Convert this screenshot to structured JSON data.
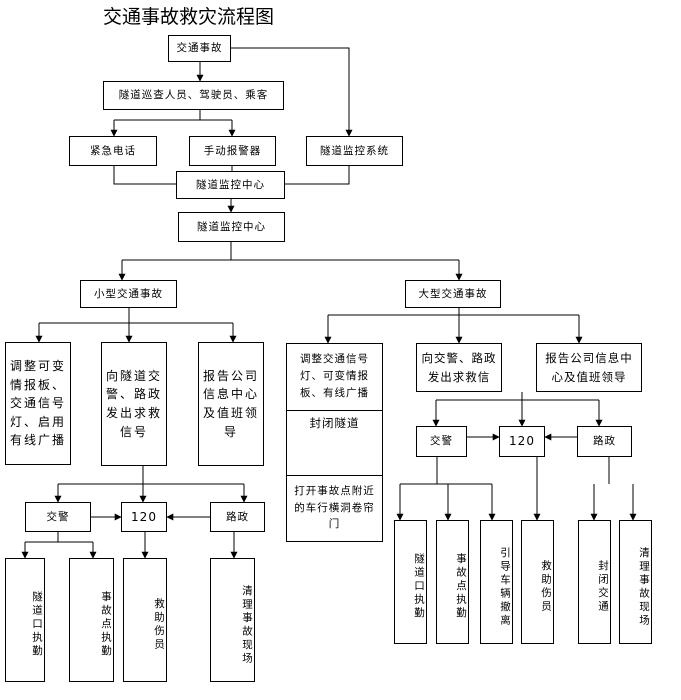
{
  "title": "交通事故救灾流程图",
  "nodes": {
    "accident": "交通事故",
    "reporters": "隧道巡查人员、驾驶员、乘客",
    "emergency_phone": "紧急电话",
    "manual_alarm": "手动报警器",
    "tunnel_monitor_system": "隧道监控系统",
    "monitor_center_1": "隧道监控中心",
    "monitor_center_2": "隧道监控中心",
    "small_accident": "小型交通事故",
    "large_accident": "大型交通事故",
    "small_adjust": "调整可变情报板、交通信号灯、启用有线广播",
    "small_request": "向隧道交警、路政发出求救信号",
    "small_report": "报告公司信息中心及值班领导",
    "large_adjust": "调整交通信号灯、可变情报板、有线广播",
    "large_close": "封闭隧道",
    "large_open_gate": "打开事故点附近的车行横洞卷帘门",
    "large_request": "向交警、路政发出求救信",
    "large_report": "报告公司信息中心及值班领导",
    "small_police": "交警",
    "small_120": "120",
    "small_road": "路政",
    "large_police": "交警",
    "large_120": "120",
    "large_road": "路政",
    "s_tunnel_entry": "隧道口执勤",
    "s_accident_point": "事故点执勤",
    "s_rescue": "救助伤员",
    "s_clear": "清理事故现场",
    "l_tunnel_entry": "隧道口执勤",
    "l_accident_point": "事故点执勤",
    "l_guide": "引导车辆撤离",
    "l_rescue": "救助伤员",
    "l_close_traffic": "封闭交通",
    "l_clear": "清理事故现场"
  }
}
